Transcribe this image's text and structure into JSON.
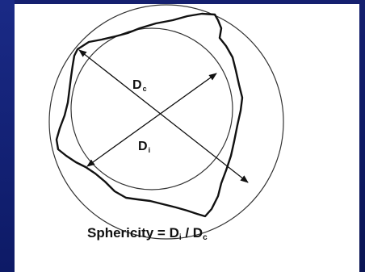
{
  "diagram": {
    "labels": {
      "circumscribed_symbol": "D",
      "circumscribed_subscript": "c",
      "inscribed_symbol": "D",
      "inscribed_subscript": "i"
    },
    "formula": {
      "prefix": "Sphericity = D",
      "sub1": "i",
      "middle": " / D",
      "sub2": "c"
    }
  }
}
